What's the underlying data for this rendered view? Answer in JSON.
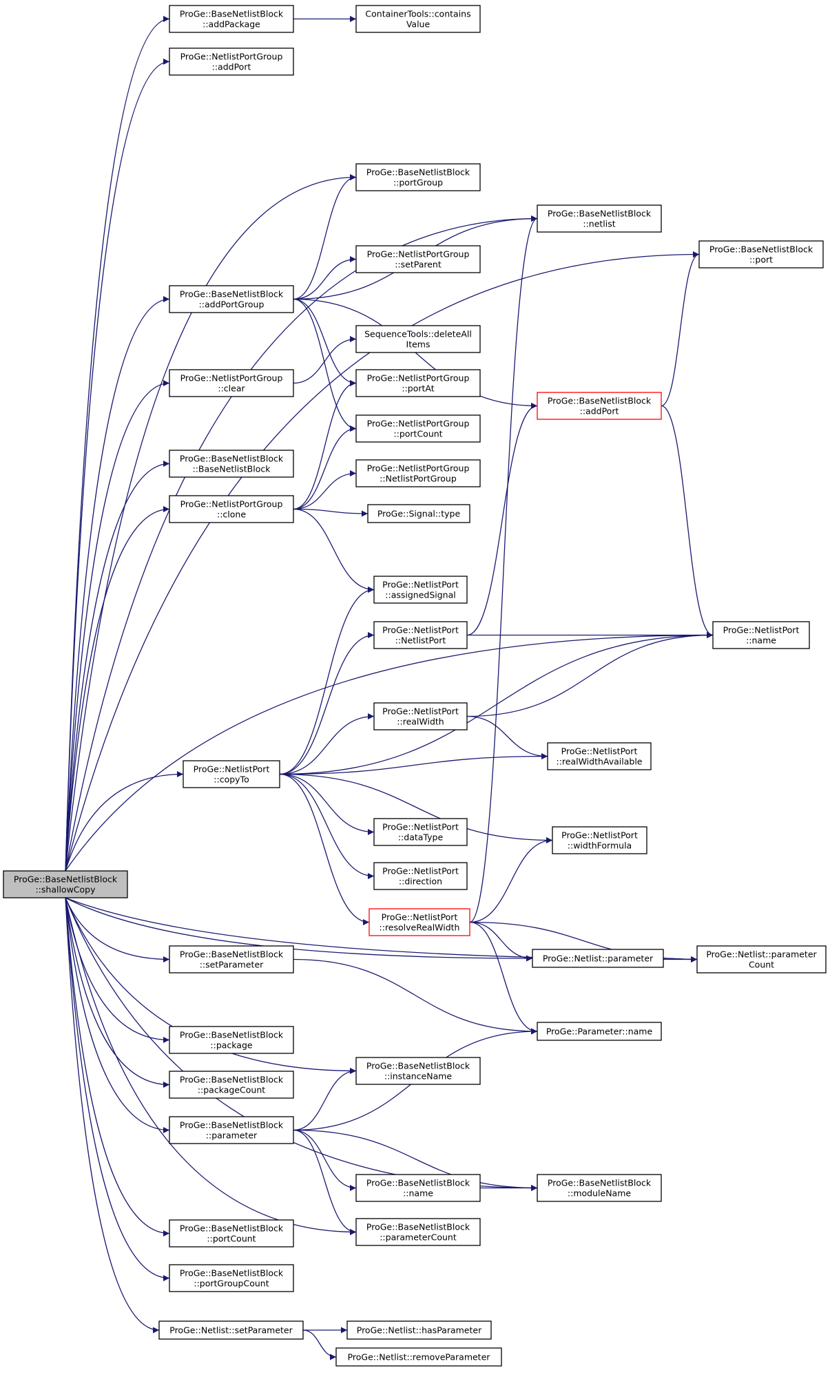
{
  "colors": {
    "edge": "#191970",
    "root_fill": "#bfbfbf",
    "node_border": "#000000",
    "truncated_border": "#ff0000"
  },
  "nodes": [
    {
      "id": "shallowCopy",
      "lines": [
        "ProGe::BaseNetlistBlock",
        "::shallowCopy"
      ],
      "style": "root"
    },
    {
      "id": "addPackage",
      "lines": [
        "ProGe::BaseNetlistBlock",
        "::addPackage"
      ]
    },
    {
      "id": "containsValue",
      "lines": [
        "ContainerTools::contains",
        "Value"
      ]
    },
    {
      "id": "npgAddPort",
      "lines": [
        "ProGe::NetlistPortGroup",
        "::addPort"
      ]
    },
    {
      "id": "portGroup",
      "lines": [
        "ProGe::BaseNetlistBlock",
        "::portGroup"
      ]
    },
    {
      "id": "netlist",
      "lines": [
        "ProGe::BaseNetlistBlock",
        "::netlist"
      ]
    },
    {
      "id": "port",
      "lines": [
        "ProGe::BaseNetlistBlock",
        "::port"
      ]
    },
    {
      "id": "setParent",
      "lines": [
        "ProGe::NetlistPortGroup",
        "::setParent"
      ]
    },
    {
      "id": "addPortGroup",
      "lines": [
        "ProGe::BaseNetlistBlock",
        "::addPortGroup"
      ]
    },
    {
      "id": "deleteAllItems",
      "lines": [
        "SequenceTools::deleteAll",
        "Items"
      ]
    },
    {
      "id": "clear",
      "lines": [
        "ProGe::NetlistPortGroup",
        "::clear"
      ]
    },
    {
      "id": "portAt",
      "lines": [
        "ProGe::NetlistPortGroup",
        "::portAt"
      ]
    },
    {
      "id": "bnbAddPort",
      "lines": [
        "ProGe::BaseNetlistBlock",
        "::addPort"
      ],
      "style": "red"
    },
    {
      "id": "npgPortCount",
      "lines": [
        "ProGe::NetlistPortGroup",
        "::portCount"
      ]
    },
    {
      "id": "bnbCtor",
      "lines": [
        "ProGe::BaseNetlistBlock",
        "::BaseNetlistBlock"
      ]
    },
    {
      "id": "npgCtor",
      "lines": [
        "ProGe::NetlistPortGroup",
        "::NetlistPortGroup"
      ]
    },
    {
      "id": "npgClone",
      "lines": [
        "ProGe::NetlistPortGroup",
        "::clone"
      ]
    },
    {
      "id": "signalType",
      "lines": [
        "ProGe::Signal::type"
      ]
    },
    {
      "id": "assignedSignal",
      "lines": [
        "ProGe::NetlistPort",
        "::assignedSignal"
      ]
    },
    {
      "id": "npCtor",
      "lines": [
        "ProGe::NetlistPort",
        "::NetlistPort"
      ]
    },
    {
      "id": "npName",
      "lines": [
        "ProGe::NetlistPort",
        "::name"
      ]
    },
    {
      "id": "realWidth",
      "lines": [
        "ProGe::NetlistPort",
        "::realWidth"
      ]
    },
    {
      "id": "realWidthAvailable",
      "lines": [
        "ProGe::NetlistPort",
        "::realWidthAvailable"
      ]
    },
    {
      "id": "copyTo",
      "lines": [
        "ProGe::NetlistPort",
        "::copyTo"
      ]
    },
    {
      "id": "dataType",
      "lines": [
        "ProGe::NetlistPort",
        "::dataType"
      ]
    },
    {
      "id": "widthFormula",
      "lines": [
        "ProGe::NetlistPort",
        "::widthFormula"
      ]
    },
    {
      "id": "direction",
      "lines": [
        "ProGe::NetlistPort",
        "::direction"
      ]
    },
    {
      "id": "resolveRealWidth",
      "lines": [
        "ProGe::NetlistPort",
        "::resolveRealWidth"
      ],
      "style": "red"
    },
    {
      "id": "setParameter",
      "lines": [
        "ProGe::BaseNetlistBlock",
        "::setParameter"
      ]
    },
    {
      "id": "netlistParameter",
      "lines": [
        "ProGe::Netlist::parameter"
      ]
    },
    {
      "id": "parameterCount",
      "lines": [
        "ProGe::Netlist::parameter",
        "Count"
      ]
    },
    {
      "id": "paramName",
      "lines": [
        "ProGe::Parameter::name"
      ]
    },
    {
      "id": "package",
      "lines": [
        "ProGe::BaseNetlistBlock",
        "::package"
      ]
    },
    {
      "id": "instanceName",
      "lines": [
        "ProGe::BaseNetlistBlock",
        "::instanceName"
      ]
    },
    {
      "id": "packageCount",
      "lines": [
        "ProGe::BaseNetlistBlock",
        "::packageCount"
      ]
    },
    {
      "id": "bnbParameter",
      "lines": [
        "ProGe::BaseNetlistBlock",
        "::parameter"
      ]
    },
    {
      "id": "bnbName",
      "lines": [
        "ProGe::BaseNetlistBlock",
        "::name"
      ]
    },
    {
      "id": "moduleName",
      "lines": [
        "ProGe::BaseNetlistBlock",
        "::moduleName"
      ]
    },
    {
      "id": "bnbParameterCount",
      "lines": [
        "ProGe::BaseNetlistBlock",
        "::parameterCount"
      ]
    },
    {
      "id": "bnbPortCount",
      "lines": [
        "ProGe::BaseNetlistBlock",
        "::portCount"
      ]
    },
    {
      "id": "portGroupCount",
      "lines": [
        "ProGe::BaseNetlistBlock",
        "::portGroupCount"
      ]
    },
    {
      "id": "netlistSetParameter",
      "lines": [
        "ProGe::Netlist::setParameter"
      ]
    },
    {
      "id": "hasParameter",
      "lines": [
        "ProGe::Netlist::hasParameter"
      ]
    },
    {
      "id": "removeParameter",
      "lines": [
        "ProGe::Netlist::removeParameter"
      ]
    }
  ],
  "edges": [
    [
      "shallowCopy",
      "addPackage"
    ],
    [
      "addPackage",
      "containsValue"
    ],
    [
      "shallowCopy",
      "npgAddPort"
    ],
    [
      "shallowCopy",
      "port"
    ],
    [
      "shallowCopy",
      "netlist"
    ],
    [
      "shallowCopy",
      "portGroup"
    ],
    [
      "addPortGroup",
      "portGroup"
    ],
    [
      "addPortGroup",
      "netlist"
    ],
    [
      "addPortGroup",
      "setParent"
    ],
    [
      "addPortGroup",
      "bnbAddPort"
    ],
    [
      "addPortGroup",
      "portAt"
    ],
    [
      "addPortGroup",
      "npgPortCount"
    ],
    [
      "shallowCopy",
      "addPortGroup"
    ],
    [
      "clear",
      "deleteAllItems"
    ],
    [
      "shallowCopy",
      "clear"
    ],
    [
      "bnbAddPort",
      "port"
    ],
    [
      "bnbAddPort",
      "npName"
    ],
    [
      "shallowCopy",
      "bnbCtor"
    ],
    [
      "npgClone",
      "portAt"
    ],
    [
      "npgClone",
      "npgPortCount"
    ],
    [
      "npgClone",
      "npgCtor"
    ],
    [
      "npgClone",
      "signalType"
    ],
    [
      "npgClone",
      "assignedSignal"
    ],
    [
      "shallowCopy",
      "npgClone"
    ],
    [
      "shallowCopy",
      "npName"
    ],
    [
      "copyTo",
      "assignedSignal"
    ],
    [
      "copyTo",
      "npCtor"
    ],
    [
      "npCtor",
      "bnbAddPort"
    ],
    [
      "npCtor",
      "npName"
    ],
    [
      "copyTo",
      "npName"
    ],
    [
      "copyTo",
      "realWidth"
    ],
    [
      "realWidth",
      "npName"
    ],
    [
      "realWidth",
      "realWidthAvailable"
    ],
    [
      "copyTo",
      "realWidthAvailable"
    ],
    [
      "copyTo",
      "widthFormula"
    ],
    [
      "copyTo",
      "dataType"
    ],
    [
      "copyTo",
      "direction"
    ],
    [
      "copyTo",
      "resolveRealWidth"
    ],
    [
      "shallowCopy",
      "copyTo"
    ],
    [
      "resolveRealWidth",
      "netlist"
    ],
    [
      "resolveRealWidth",
      "widthFormula"
    ],
    [
      "resolveRealWidth",
      "netlistParameter"
    ],
    [
      "resolveRealWidth",
      "parameterCount"
    ],
    [
      "resolveRealWidth",
      "paramName"
    ],
    [
      "netlistParameter",
      "parameterCount"
    ],
    [
      "shallowCopy",
      "netlistParameter"
    ],
    [
      "shallowCopy",
      "parameterCount"
    ],
    [
      "shallowCopy",
      "setParameter"
    ],
    [
      "setParameter",
      "paramName"
    ],
    [
      "shallowCopy",
      "package"
    ],
    [
      "shallowCopy",
      "instanceName"
    ],
    [
      "shallowCopy",
      "packageCount"
    ],
    [
      "shallowCopy",
      "bnbParameter"
    ],
    [
      "bnbParameter",
      "instanceName"
    ],
    [
      "bnbParameter",
      "paramName"
    ],
    [
      "bnbParameter",
      "moduleName"
    ],
    [
      "bnbParameter",
      "bnbName"
    ],
    [
      "bnbParameter",
      "bnbParameterCount"
    ],
    [
      "bnbName",
      "moduleName"
    ],
    [
      "shallowCopy",
      "bnbParameterCount"
    ],
    [
      "shallowCopy",
      "bnbPortCount"
    ],
    [
      "shallowCopy",
      "portGroupCount"
    ],
    [
      "shallowCopy",
      "moduleName"
    ],
    [
      "shallowCopy",
      "netlistSetParameter"
    ],
    [
      "netlistSetParameter",
      "hasParameter"
    ],
    [
      "netlistSetParameter",
      "removeParameter"
    ]
  ]
}
